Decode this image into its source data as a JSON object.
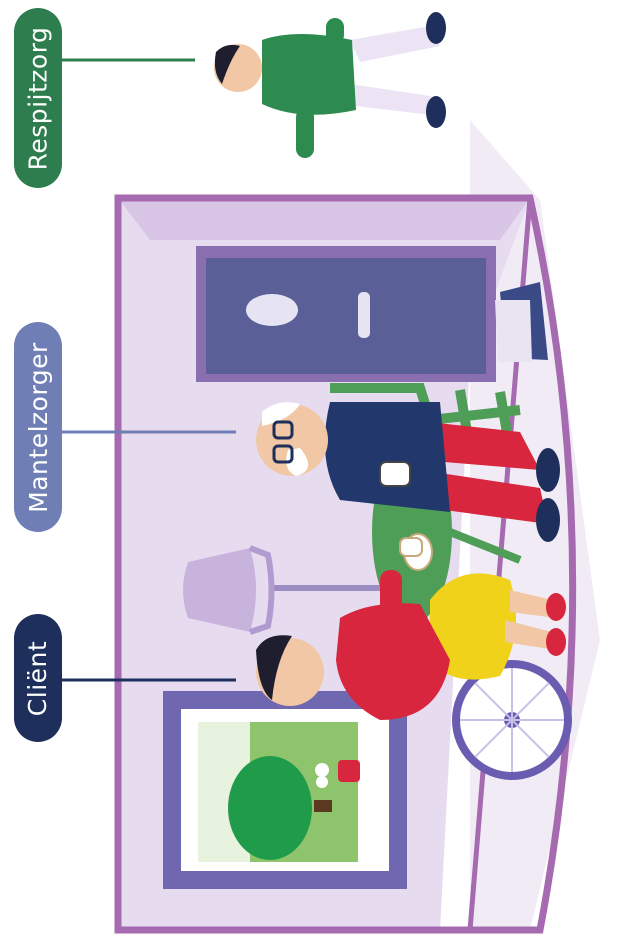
{
  "labels": {
    "respijtzorg": "Respijtzorg",
    "mantelzorger": "Mantelzorger",
    "client": "Cliënt"
  },
  "colors": {
    "respijtzorg": "#2e7d4f",
    "mantelzorger": "#6f7fb6",
    "client": "#1e2f5c",
    "room_frame": "#a66ab0",
    "room_wall": "#e7dcef",
    "floor": "#f1ebf6",
    "door": "#5a5f98",
    "table": "#4f9e57",
    "chair": "#4f9e57",
    "lamp_shade": "#b998cf",
    "window_green": "#3d9a48",
    "client_shirt": "#d7263d",
    "client_skirt": "#f0d21a",
    "caregiver_pants": "#d7263d",
    "caregiver_shirt": "#22386d",
    "respite_shirt": "#2e8b4f"
  }
}
